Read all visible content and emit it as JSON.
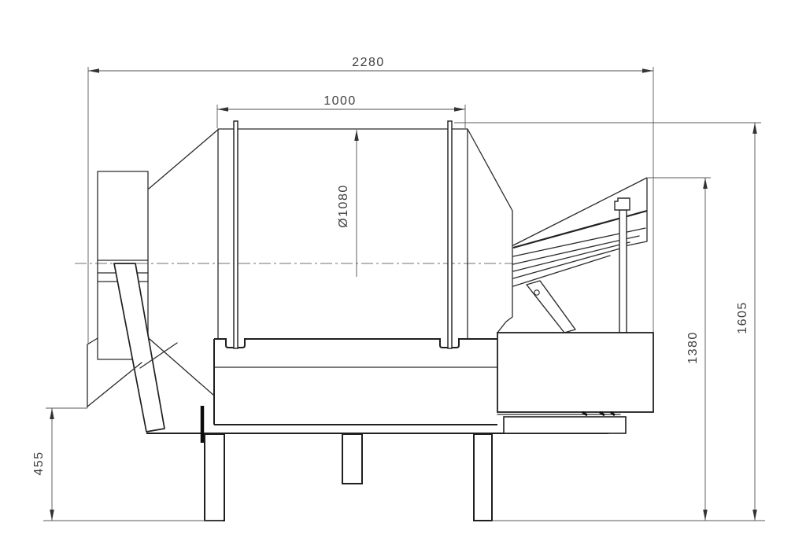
{
  "drawing": {
    "type": "engineering-side-view",
    "background_color": "#ffffff",
    "object_line_color": "#2b2b2b",
    "dimension_line_color": "#4f4f4f",
    "text_color": "#3f3f3f",
    "dimensions": {
      "overall_length": {
        "label": "2280",
        "orientation": "horizontal"
      },
      "drum_length": {
        "label": "1000",
        "orientation": "horizontal"
      },
      "drum_diameter": {
        "label": "Ø1080",
        "orientation": "vertical"
      },
      "overall_height": {
        "label": "1605",
        "orientation": "vertical"
      },
      "hopper_height": {
        "label": "1380",
        "orientation": "vertical"
      },
      "base_height": {
        "label": "455",
        "orientation": "vertical"
      }
    }
  }
}
